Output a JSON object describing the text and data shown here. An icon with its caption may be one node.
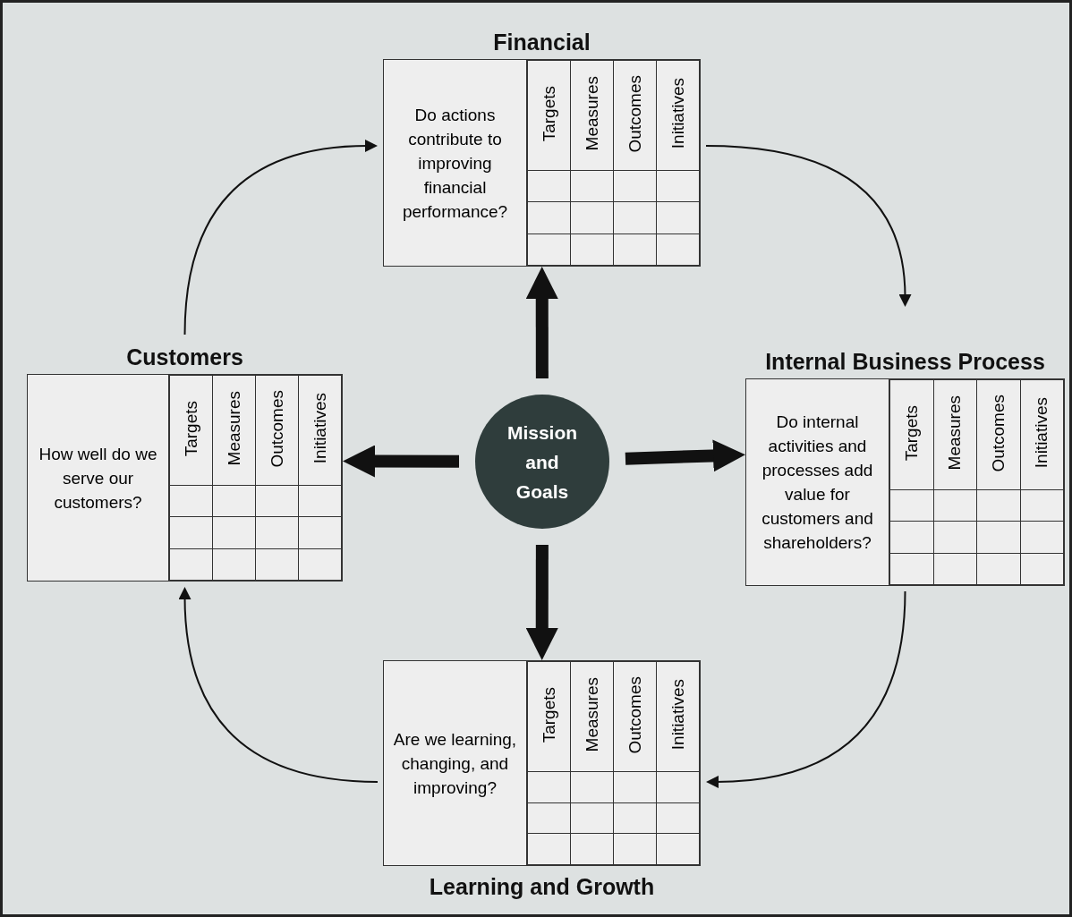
{
  "diagram": {
    "nodes": [
      {
        "text": [
          "Financial",
          "Do actions contribute to improving financial performance?",
          "Targets",
          "Measures",
          "Outcomes",
          "Initiatives"
        ]
      },
      {
        "text": [
          "Customers",
          "How well do we serve our customers?",
          "Targets",
          "Measures",
          "Outcomes",
          "Initiatives"
        ]
      },
      {
        "text": [
          "Mission and Goals"
        ]
      },
      {
        "text": [
          "Internal Business Process",
          "Do internal activities and processes add value for customers and shareholders?",
          "Targets",
          "Measures",
          "Outcomes",
          "Initiatives"
        ]
      },
      {
        "text": [
          "Are we learning, changing, and improving?",
          "Targets",
          "Measures",
          "Outcomes",
          "Initiatives",
          "Learning and Growth"
        ]
      }
    ],
    "edges": [
      {
        "from": 2,
        "to": 0,
        "arrow": "to",
        "style": "thick"
      },
      {
        "from": 2,
        "to": 1,
        "arrow": "to",
        "style": "thick"
      },
      {
        "from": 2,
        "to": 3,
        "arrow": "to",
        "style": "thick"
      },
      {
        "from": 2,
        "to": 4,
        "arrow": "to",
        "style": "thick"
      },
      {
        "from": 1,
        "to": 0,
        "arrow": "to"
      },
      {
        "from": 0,
        "to": 3,
        "arrow": "to"
      },
      {
        "from": 3,
        "to": 4,
        "arrow": "to"
      },
      {
        "from": 4,
        "to": 1,
        "arrow": "to"
      }
    ]
  }
}
